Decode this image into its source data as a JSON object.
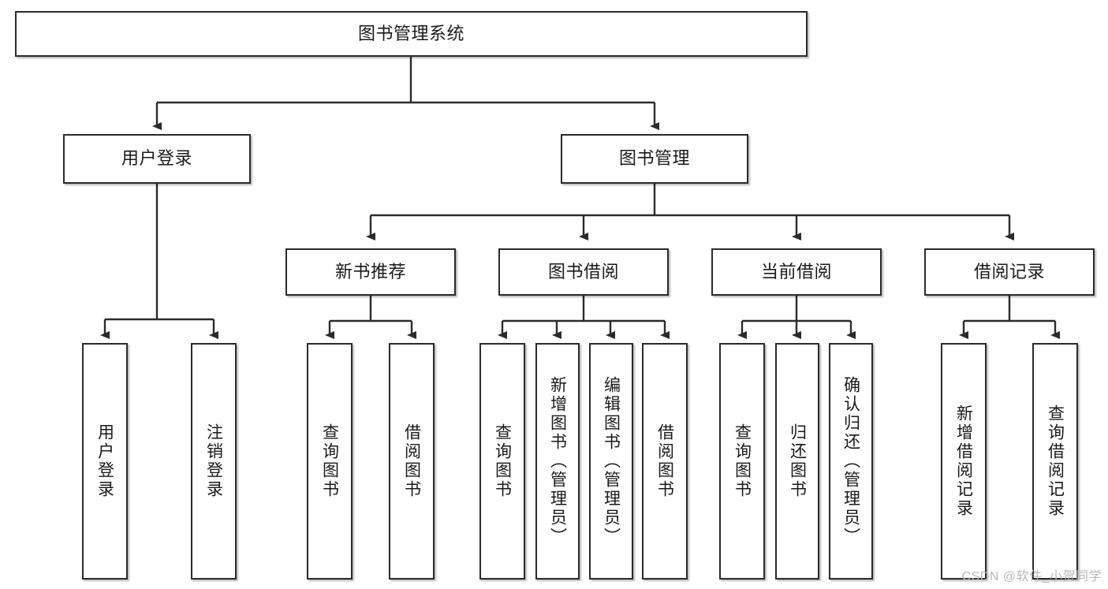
{
  "diagram": {
    "type": "tree",
    "title": "图书管理系统",
    "watermark": "CSDN @软件_小贺同学",
    "colors": {
      "node_border": "#2b2b2b",
      "node_fill": "#ffffff",
      "connector": "#2b2b2b",
      "watermark": "#b9b9b9"
    },
    "nodes": {
      "root": {
        "label": "图书管理系统"
      },
      "level2": [
        {
          "label": "用户登录"
        },
        {
          "label": "图书管理"
        }
      ],
      "level3": [
        {
          "label": "新书推荐"
        },
        {
          "label": "图书借阅"
        },
        {
          "label": "当前借阅"
        },
        {
          "label": "借阅记录"
        }
      ],
      "leaves": {
        "user_login": [
          {
            "label": "用户登录"
          },
          {
            "label": "注销登录"
          }
        ],
        "new_book": [
          {
            "label": "查询图书"
          },
          {
            "label": "借阅图书"
          }
        ],
        "book_borrow": [
          {
            "label": "查询图书"
          },
          {
            "label": "新增图书（管理员）"
          },
          {
            "label": "编辑图书（管理员）"
          },
          {
            "label": "借阅图书"
          }
        ],
        "current_borrow": [
          {
            "label": "查询图书"
          },
          {
            "label": "归还图书"
          },
          {
            "label": "确认归还（管理员）"
          }
        ],
        "borrow_record": [
          {
            "label": "新增借阅记录"
          },
          {
            "label": "查询借阅记录"
          }
        ]
      }
    }
  }
}
